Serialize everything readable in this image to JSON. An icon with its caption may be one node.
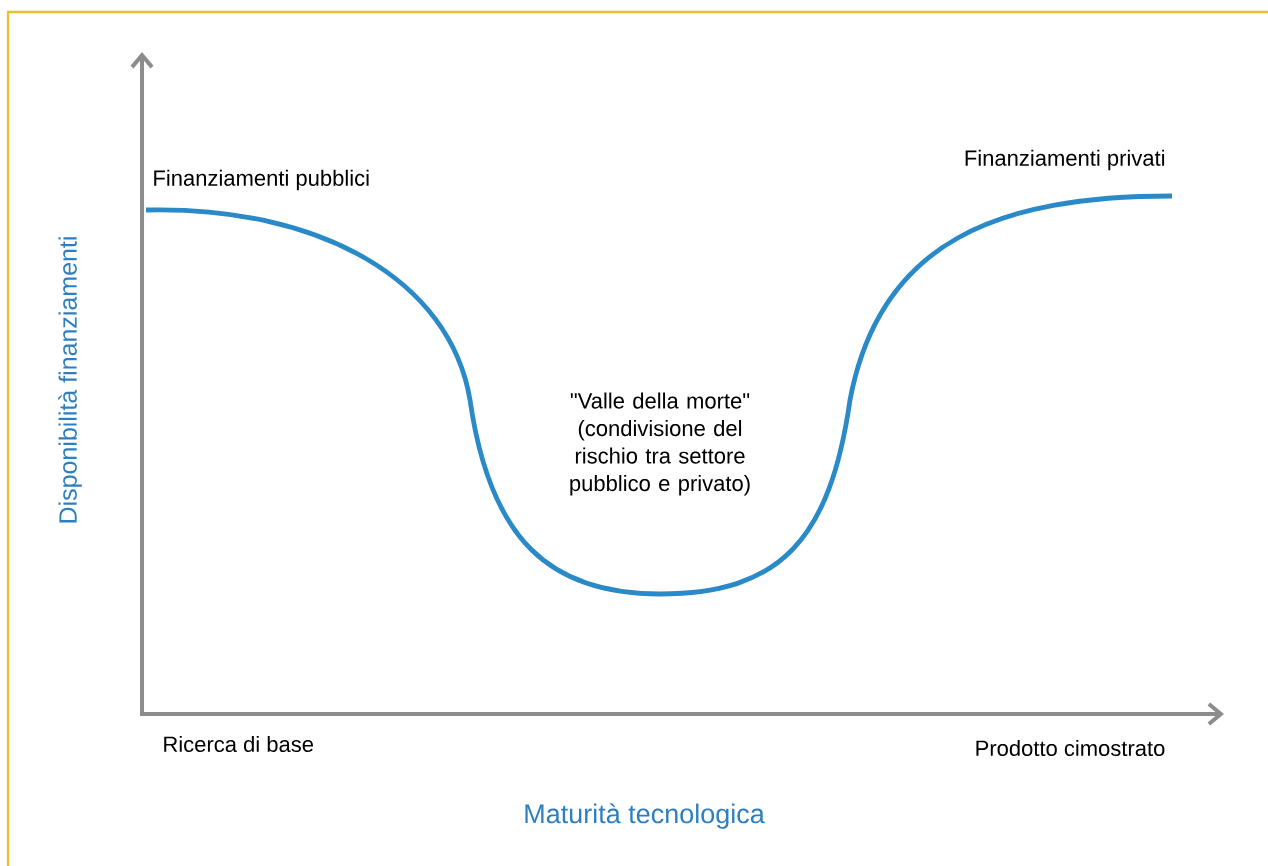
{
  "diagram": {
    "labels": [
      "Finanziamenti pubblici",
      "Finanziamenti privati",
      "\"Valle della morte\" (condivisione del rischio tra settore pubblico e privato)",
      "Disponibilità finanziamenti",
      "Ricerca di base",
      "Prodotto cimostrato",
      "Maturità tecnologica"
    ]
  }
}
